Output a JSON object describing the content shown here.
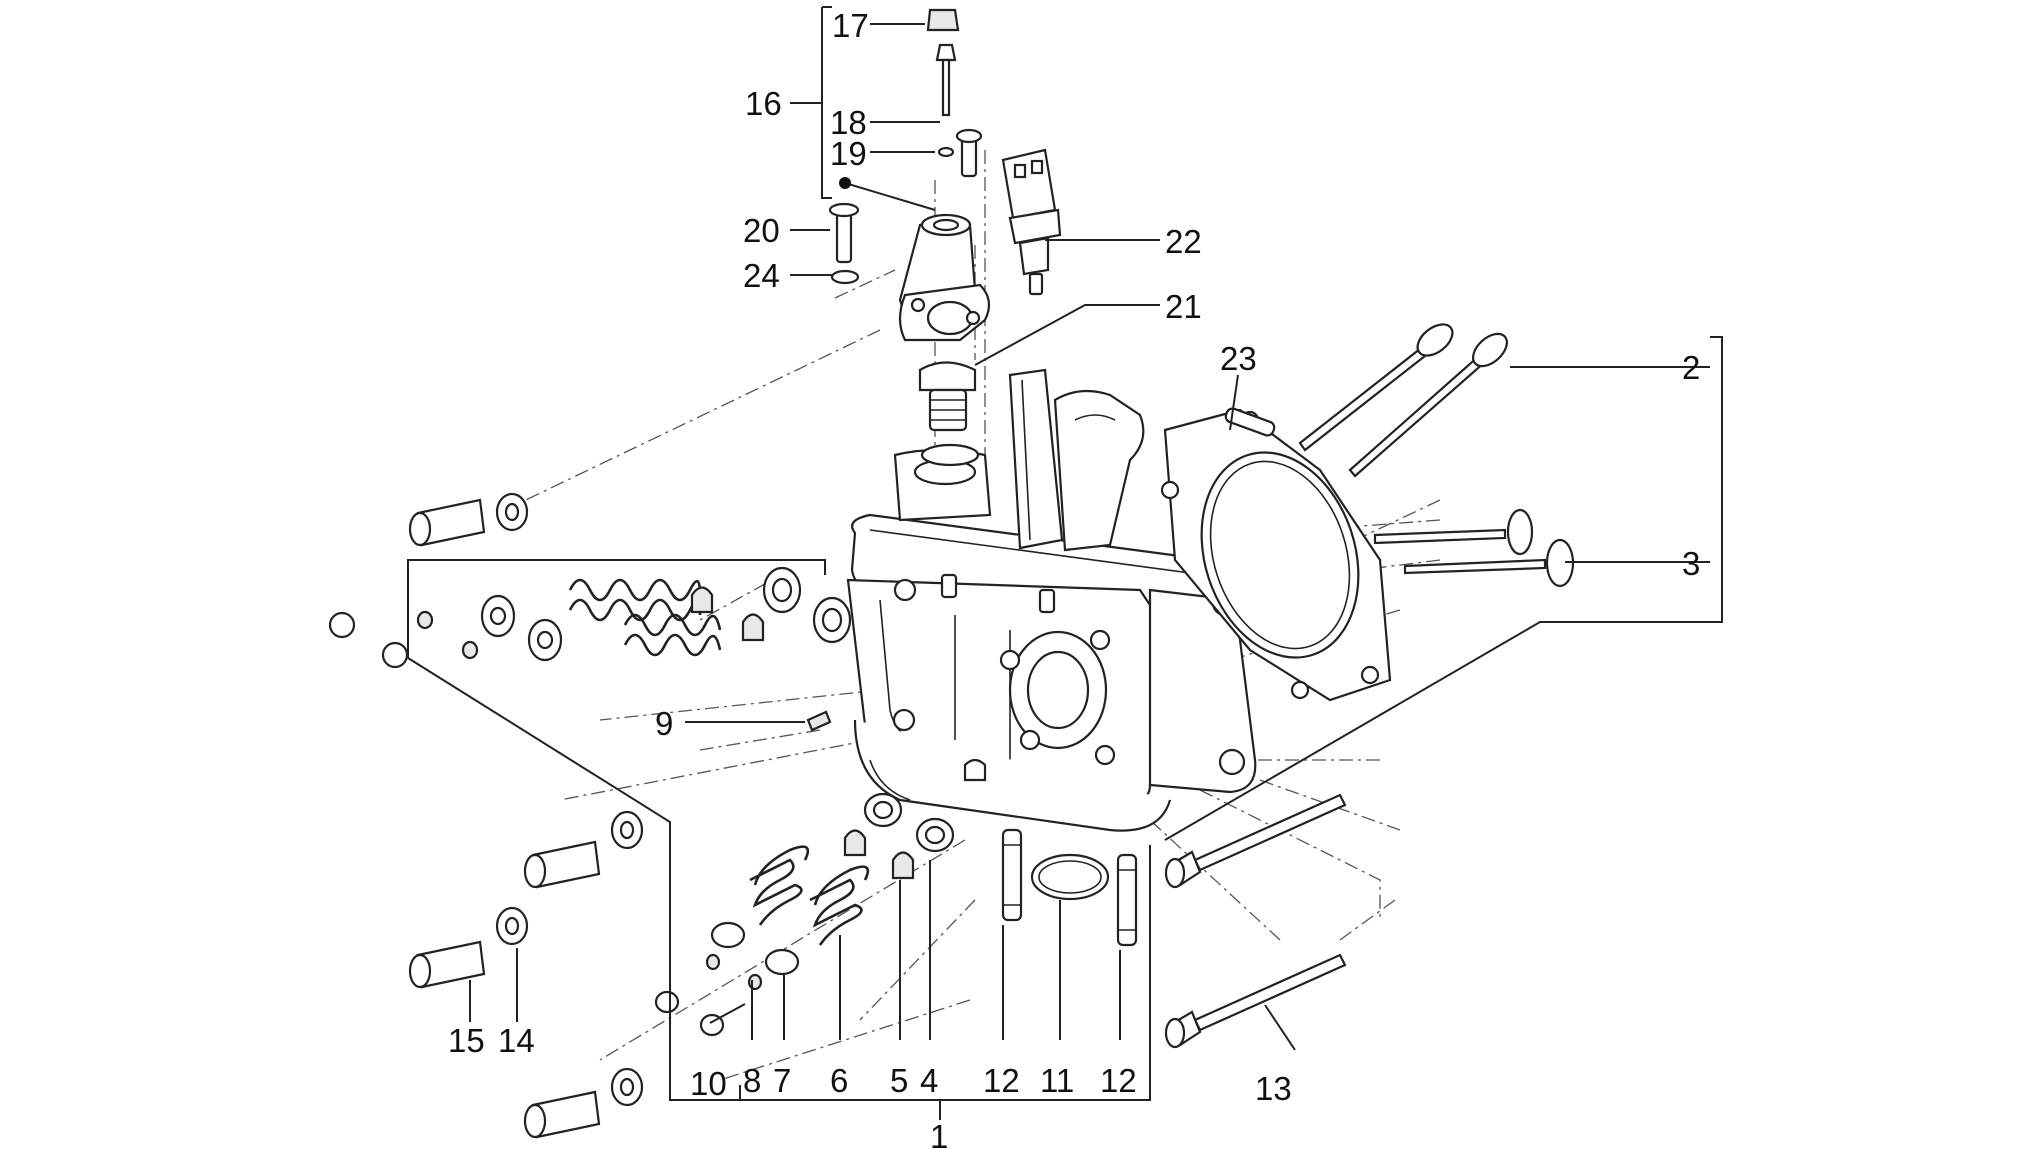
{
  "diagram": {
    "labels": {
      "l1": "1",
      "l2": "2",
      "l3": "3",
      "l4": "4",
      "l5": "5",
      "l6": "6",
      "l7": "7",
      "l8": "8",
      "l9": "9",
      "l10": "10",
      "l11": "11",
      "l12a": "12",
      "l12b": "12",
      "l13": "13",
      "l14": "14",
      "l15": "15",
      "l16": "16",
      "l17": "17",
      "l18": "18",
      "l19": "19",
      "l20": "20",
      "l21": "21",
      "l22": "22",
      "l23": "23",
      "l24": "24"
    }
  }
}
